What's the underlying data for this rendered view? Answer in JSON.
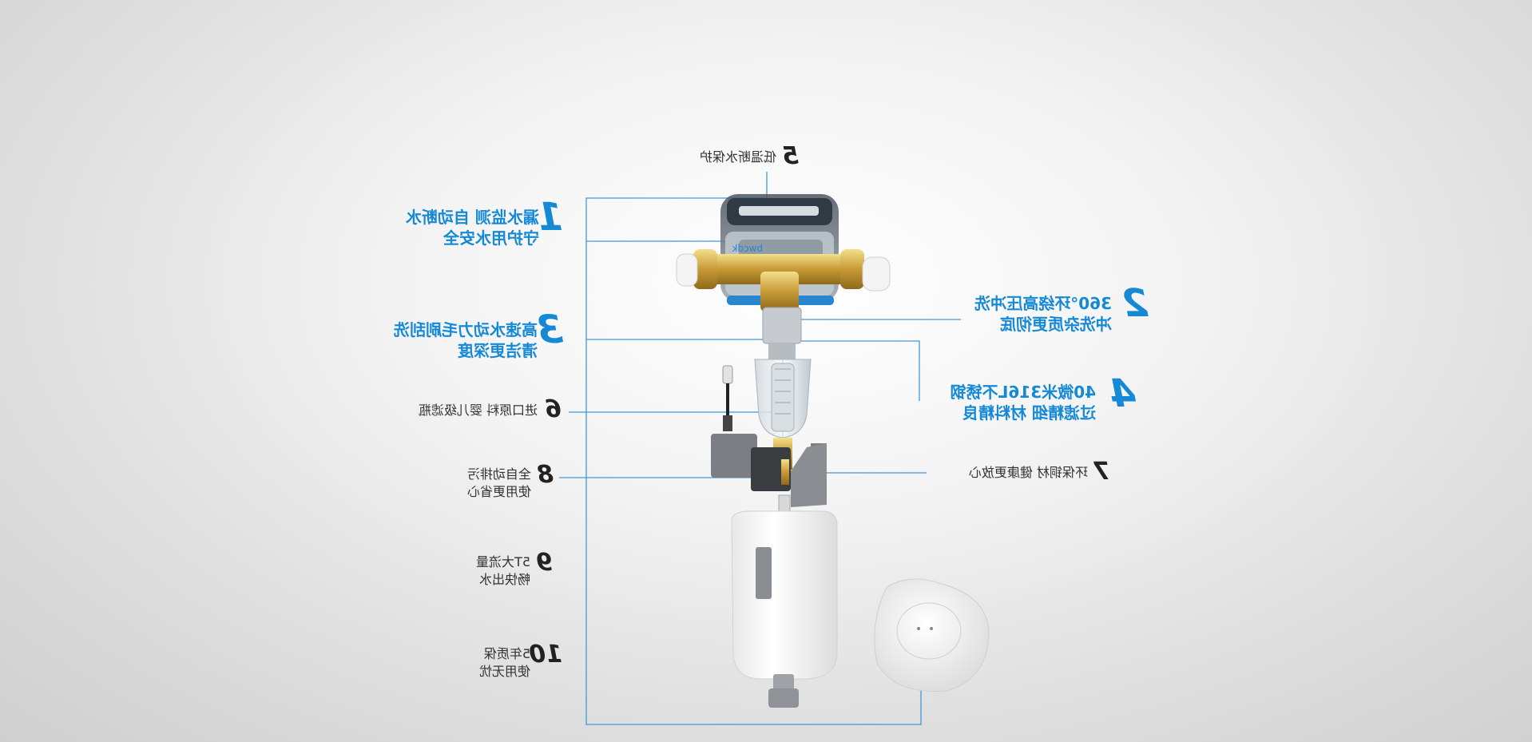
{
  "features": [
    {
      "id": "f5",
      "num": "5",
      "lines": [
        "低温断水保护"
      ],
      "style": "dark"
    },
    {
      "id": "f1",
      "num": "1",
      "lines": [
        "漏水监测 自动断水",
        "守护用水安全"
      ],
      "style": "blue"
    },
    {
      "id": "f2",
      "num": "2",
      "lines": [
        "360°环绕高压冲洗",
        "冲洗杂质更彻底"
      ],
      "style": "blue"
    },
    {
      "id": "f3",
      "num": "3",
      "lines": [
        "高速水动力毛刷刮洗",
        "清洁更深度"
      ],
      "style": "blue"
    },
    {
      "id": "f4",
      "num": "4",
      "lines": [
        "40微米316L不锈钢",
        "过滤精细 材料精良"
      ],
      "style": "blue"
    },
    {
      "id": "f6",
      "num": "6",
      "lines": [
        "进口原料 婴儿级滤瓶"
      ],
      "style": "dark"
    },
    {
      "id": "f7",
      "num": "7",
      "lines": [
        "环保铜材 健康更放心"
      ],
      "style": "dark"
    },
    {
      "id": "f8",
      "num": "8",
      "lines": [
        "全自动排污",
        "使用更省心"
      ],
      "style": "dark"
    },
    {
      "id": "f9",
      "num": "9",
      "lines": [
        "5T大流量",
        "畅快出水"
      ],
      "style": "dark"
    },
    {
      "id": "f10",
      "num": "10",
      "lines": [
        "5年质保",
        "使用无忧"
      ],
      "style": "dark"
    }
  ],
  "product": {
    "brand": "bwcdk"
  },
  "colors": {
    "accent": "#1689d6",
    "text": "#333333",
    "line": "#3f9ad8"
  }
}
